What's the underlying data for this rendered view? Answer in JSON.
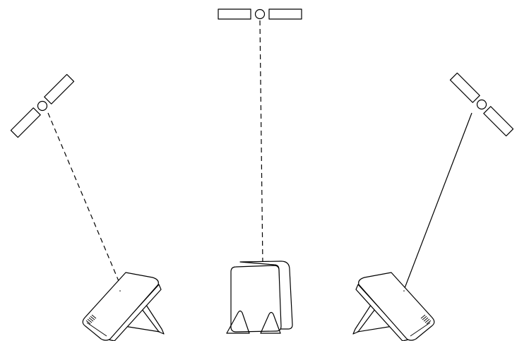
{
  "diagram": {
    "satellites": [
      {
        "name": "satellite-left"
      },
      {
        "name": "satellite-center"
      },
      {
        "name": "satellite-right"
      }
    ],
    "receivers": [
      {
        "name": "receiver-left",
        "pose": "tilted-back-left"
      },
      {
        "name": "receiver-center",
        "pose": "front-facing"
      },
      {
        "name": "receiver-right",
        "pose": "tilted-back-right"
      }
    ],
    "links": [
      {
        "name": "signal-link-left",
        "style": "dashed"
      },
      {
        "name": "signal-link-center",
        "style": "dashed"
      },
      {
        "name": "signal-link-right",
        "style": "solid"
      }
    ],
    "colors": {
      "ink": "#000000",
      "background": "#ffffff"
    }
  }
}
